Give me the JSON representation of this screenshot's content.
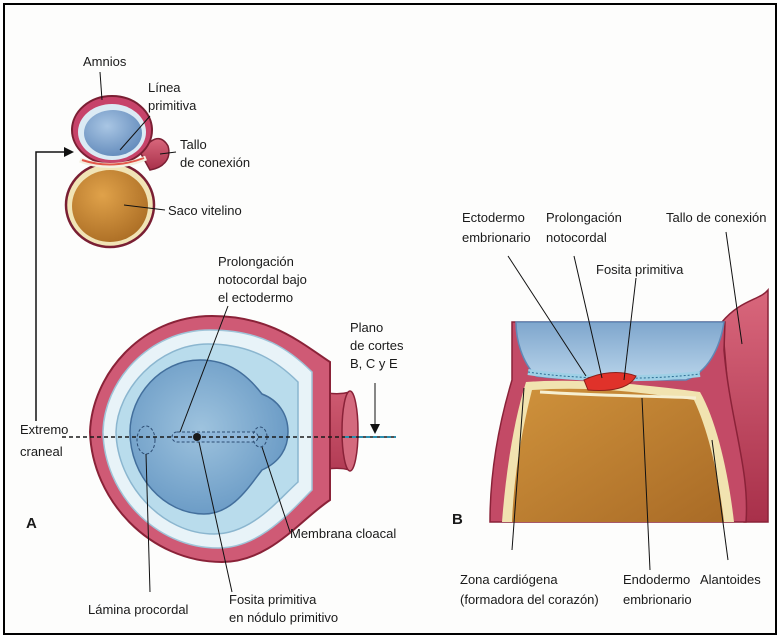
{
  "colors": {
    "amnion_blue": "#7fa6cf",
    "yolk_sac_orange": "#c98a35",
    "connecting_stalk_red": "#c2405a",
    "ectoderm_light_blue": "#bfe0ee",
    "primitive_pit_red": "#e0322a"
  },
  "panel_a": {
    "letter": "A",
    "labels": {
      "amnios": "Amnios",
      "linea_primitiva_1": "Línea",
      "linea_primitiva_2": "primitiva",
      "tallo_1": "Tallo",
      "tallo_2": "de conexión",
      "saco_vitelino": "Saco vitelino",
      "prolongacion_1": "Prolongación",
      "prolongacion_2": "notocordal bajo",
      "prolongacion_3": "el ectodermo",
      "plano_1": "Plano",
      "plano_2": "de cortes",
      "plano_3": "B, C y E",
      "extremo_1": "Extremo",
      "extremo_2": "craneal",
      "membrana_cloacal": "Membrana cloacal",
      "lamina_procordal": "Lámina procordal",
      "fosita_1": "Fosita primitiva",
      "fosita_2": "en nódulo primitivo"
    }
  },
  "panel_b": {
    "letter": "B",
    "labels": {
      "ectodermo_1": "Ectodermo",
      "ectodermo_2": "embrionario",
      "prolongacion_1": "Prolongación",
      "prolongacion_2": "notocordal",
      "fosita_primitiva": "Fosita primitiva",
      "tallo": "Tallo de conexión",
      "zona_1": "Zona cardiógena",
      "zona_2": "(formadora del corazón)",
      "endodermo_1": "Endodermo",
      "endodermo_2": "embrionario",
      "alantoides": "Alantoides"
    }
  }
}
